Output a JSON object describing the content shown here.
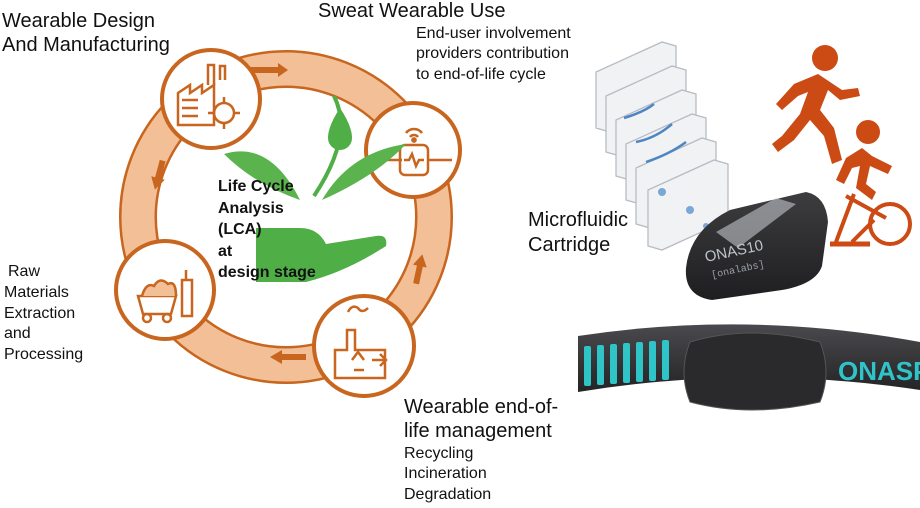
{
  "labels": {
    "design_title": [
      "Wearable Design",
      "And Manufacturing"
    ],
    "use_title": "Sweat Wearable Use",
    "use_desc": [
      "End-user involvement",
      "providers contribution",
      "to end-of-life cycle"
    ],
    "raw_materials": [
      "Raw",
      "Materials",
      "Extraction",
      "and",
      "Processing"
    ],
    "lca": [
      "Life Cycle",
      "Analysis",
      "(LCA)",
      "at",
      "design stage"
    ],
    "eol_title": [
      "Wearable end-of-",
      "life management"
    ],
    "eol_items": [
      "Recycling",
      "Incineration",
      "Degradation"
    ],
    "cartridge": [
      "Microfluidic",
      "Cartridge"
    ],
    "device_brand": "ONAS10",
    "device_sub": "[onalabs]",
    "strap_brand": "ONASPORT"
  },
  "icons": {
    "stage_1": "factory-icon",
    "stage_2": "smartwatch-icon",
    "stage_3": "recycling-plant-icon",
    "stage_4": "mining-cart-icon",
    "center": "plant-in-hand-icon",
    "athletes": [
      "runner-icon",
      "cyclist-icon"
    ]
  },
  "colors": {
    "ring": "#f2bf97",
    "ring_edge": "#c8651e",
    "icon": "#c8651e",
    "leaf": "#4fae46",
    "athlete": "#cc4a14",
    "strap": "#3b3b3e",
    "strap_accent": "#2ec4c8"
  }
}
